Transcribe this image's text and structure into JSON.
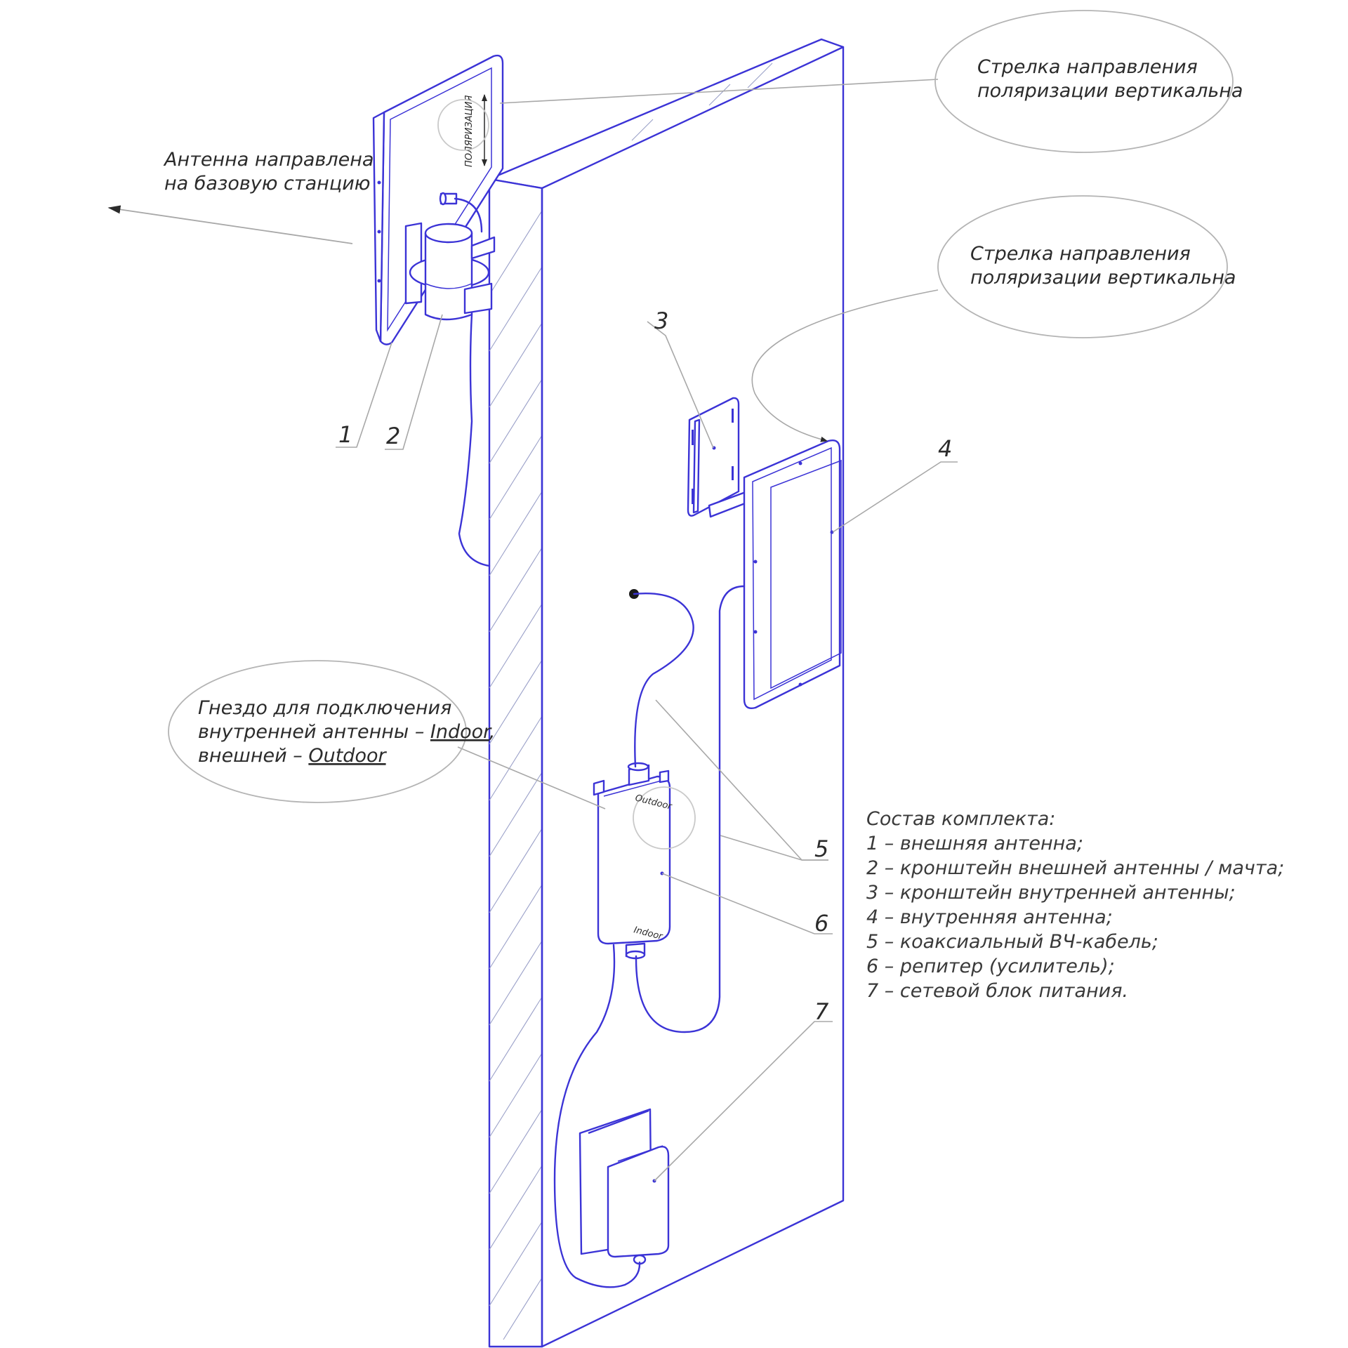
{
  "notes": {
    "polarization_top": [
      "Стрелка направления",
      "поляризации вертикальна"
    ],
    "polarization_mid": [
      "Стрелка направления",
      "поляризации вертикальна"
    ],
    "antenna_direction": [
      "Антенна направлена",
      "на базовую станцию"
    ],
    "socket": {
      "line1": "Гнездо для подключения",
      "line2_prefix": "внутренней антенны – ",
      "line2_link": "Indoor",
      "line2_suffix": ",",
      "line3_prefix": "внешней – ",
      "line3_link": "Outdoor"
    }
  },
  "device_labels": {
    "polarization": "ПОЛЯРИЗАЦИЯ",
    "outdoor": "Outdoor",
    "indoor": "Indoor"
  },
  "callouts": [
    "1",
    "2",
    "3",
    "4",
    "5",
    "6",
    "7"
  ],
  "kit": {
    "title": "Состав комплекта:",
    "items": [
      "1 – внешняя антенна;",
      "2 – кронштейн внешней антенны / мачта;",
      "3 – кронштейн внутренней антенны;",
      "4 – внутренняя антенна;",
      "5 – коаксиальный ВЧ-кабель;",
      "6 – репитер (усилитель);",
      "7 – сетевой блок питания."
    ]
  },
  "colors": {
    "line": "#3b33d6",
    "leader": "#a8a8a8",
    "text": "#2b2b2b"
  }
}
